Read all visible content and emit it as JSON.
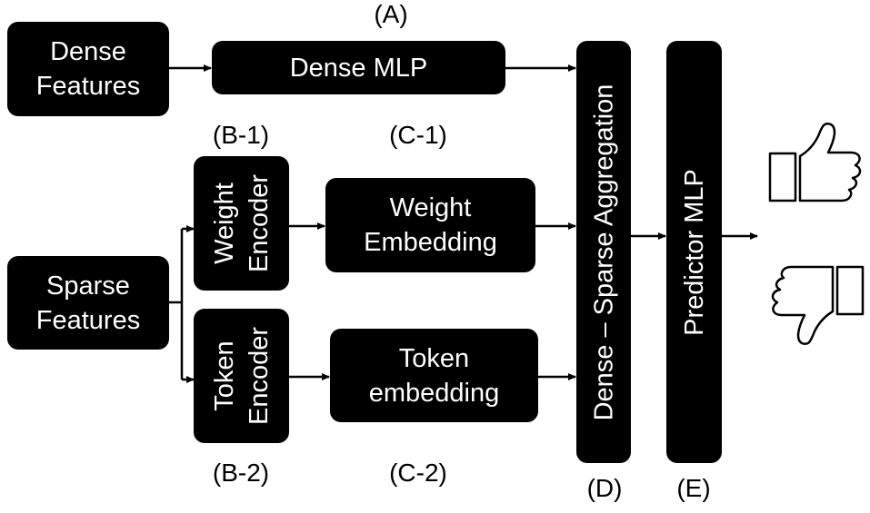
{
  "nodes": {
    "dense_features": "Dense\nFeatures",
    "dense_mlp": "Dense MLP",
    "sparse_features": "Sparse\nFeatures",
    "weight_encoder": "Weight\nEncoder",
    "token_encoder": "Token\nEncoder",
    "weight_embedding": "Weight\nEmbedding",
    "token_embedding": "Token\nembedding",
    "aggregation": "Dense – Sparse Aggregation",
    "predictor_mlp": "Predictor MLP"
  },
  "labels": {
    "a": "(A)",
    "b1": "(B-1)",
    "c1": "(C-1)",
    "b2": "(B-2)",
    "c2": "(C-2)",
    "d": "(D)",
    "e": "(E)"
  },
  "icons": {
    "output_positive": "thumbs-up-icon",
    "output_negative": "thumbs-down-icon"
  }
}
